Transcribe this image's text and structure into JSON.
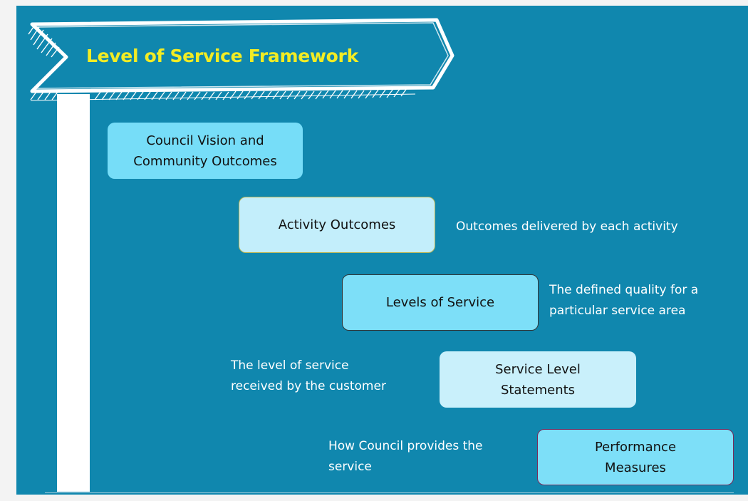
{
  "title": "Level of Service Framework",
  "boxes": {
    "council_vision": [
      "Council Vision and",
      "Community Outcomes"
    ],
    "activity_outcomes": [
      "Activity Outcomes"
    ],
    "levels_of_service": [
      "Levels of Service"
    ],
    "service_level_statements": [
      "Service Level",
      "Statements"
    ],
    "performance_measures": [
      "Performance",
      "Measures"
    ]
  },
  "descriptions": {
    "activity_outcomes": [
      "Outcomes delivered by each activity"
    ],
    "levels_of_service": [
      "The defined quality for a",
      "particular service area"
    ],
    "service_level_statements": [
      "The level of service",
      "received by the customer"
    ],
    "performance_measures": [
      "How Council provides the",
      "service"
    ]
  },
  "colors": {
    "background": "#1087ae",
    "title": "#f2ec24",
    "box_dark": "#7ddff8",
    "box_light": "#c3eefb",
    "text_light": "#ffffff"
  }
}
